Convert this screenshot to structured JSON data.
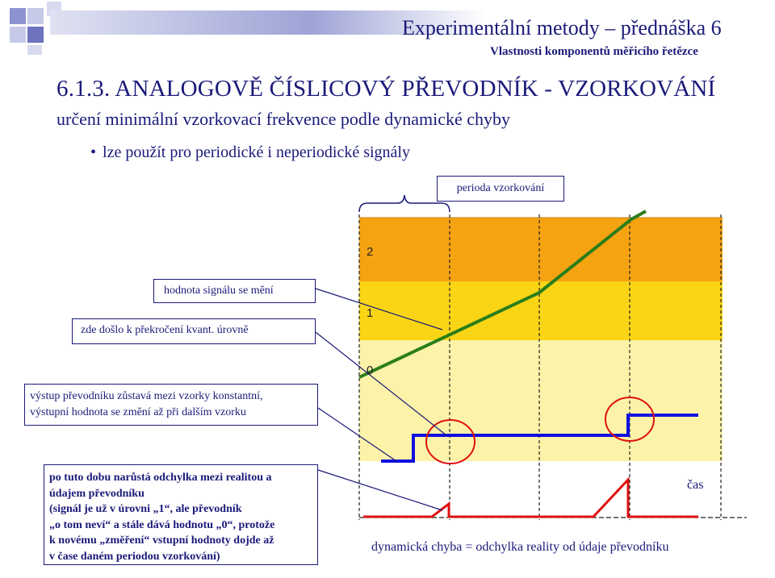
{
  "header": {
    "title": "Experimentální metody – přednáška 6",
    "subtitle": "Vlastnosti komponentů měřicího řetězce"
  },
  "slide": {
    "section_title": "6.1.3. ANALOGOVĚ ČÍSLICOVÝ PŘEVODNÍK - VZORKOVÁNÍ",
    "subtitle": "určení minimální vzorkovací frekvence podle dynamické chyby",
    "bullet": "lze použít pro periodické i neperiodické signály"
  },
  "notes": {
    "period": "perioda vzorkování",
    "change": "hodnota signálu se mění",
    "exceed": "zde došlo k překročení kvant. úrovně",
    "output_lines": [
      "výstup převodníku zůstavá mezi vzorky konstantní,",
      "výstupní hodnota se změní až při dalším vzorku"
    ],
    "growth_lines": [
      "po tuto dobu narůstá odchylka mezi realitou a",
      "údajem převodníku",
      "(signál je už v úrovni „1“, ale převodník",
      "„o tom neví“ a stále dává hodnotu „0“, protože",
      "k novému „změření“ vstupní hodnoty dojde až",
      "v čase daném periodou vzorkování)"
    ]
  },
  "levels": {
    "level_2": "2",
    "level_1": "1",
    "level_0": "0"
  },
  "axis_label_time": "čas",
  "bottom_caption": "dynamická chyba = odchylka reality od údaje převodníku",
  "colors": {
    "band_top": "#f6a312",
    "band_mid": "#fad515",
    "band_low": "#fdf3a8",
    "signal": "#2a7d1a",
    "adc_output": "#1010e0",
    "error": "#e01010",
    "text": "#1a1a7a"
  }
}
